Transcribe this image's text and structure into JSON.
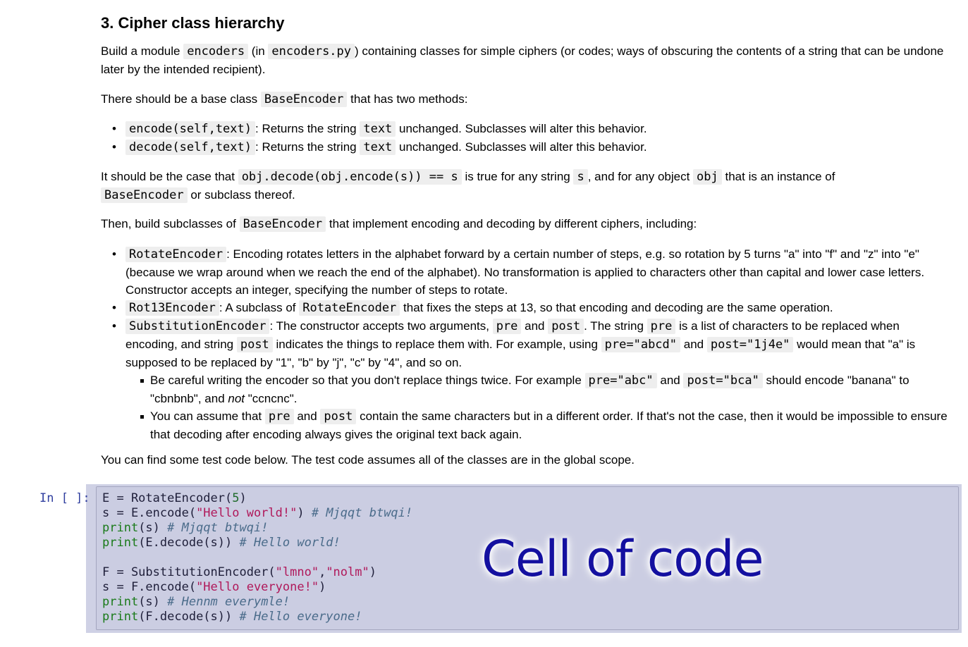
{
  "heading": "3. Cipher class hierarchy",
  "p1": {
    "t1": "Build a module ",
    "c1": "encoders",
    "t2": " (in ",
    "c2": "encoders.py",
    "t3": ") containing classes for simple ciphers (or codes; ways of obscuring the contents of a string that can be undone later by the intended recipient)."
  },
  "p2": {
    "t1": "There should be a base class ",
    "c1": "BaseEncoder",
    "t2": " that has two methods:"
  },
  "methods": [
    {
      "code": "encode(self,text)",
      "t1": ": Returns the string ",
      "c2": "text",
      "t2": " unchanged. Subclasses will alter this behavior."
    },
    {
      "code": "decode(self,text)",
      "t1": ": Returns the string ",
      "c2": "text",
      "t2": " unchanged. Subclasses will alter this behavior."
    }
  ],
  "p3": {
    "t1": "It should be the case that ",
    "c1": "obj.decode(obj.encode(s)) == s",
    "t2": " is true for any string ",
    "c2": "s",
    "t3": ", and for any object ",
    "c3": "obj",
    "t4": " that is an instance of ",
    "c4": "BaseEncoder",
    "t5": " or subclass thereof."
  },
  "p4": {
    "t1": "Then, build subclasses of ",
    "c1": "BaseEncoder",
    "t2": " that implement encoding and decoding by different ciphers, including:"
  },
  "sub": {
    "rotate": {
      "code": "RotateEncoder",
      "text": ": Encoding rotates letters in the alphabet forward by a certain number of steps, e.g. so rotation by 5 turns \"a\" into \"f\" and \"z\" into \"e\" (because we wrap around when we reach the end of the alphabet). No transformation is applied to characters other than capital and lower case letters. Constructor accepts an integer, specifying the number of steps to rotate."
    },
    "rot13": {
      "code": "Rot13Encoder",
      "t1": ": A subclass of ",
      "c2": "RotateEncoder",
      "t2": " that fixes the steps at 13, so that encoding and decoding are the same operation."
    },
    "subst": {
      "code": "SubstitutionEncoder",
      "t1": ": The constructor accepts two arguments, ",
      "c2": "pre",
      "t2": " and ",
      "c3": "post",
      "t3": ". The string ",
      "c4": "pre",
      "t4": " is a list of characters to be replaced when encoding, and string ",
      "c5": "post",
      "t5": " indicates the things to replace them with. For example, using ",
      "c6": "pre=\"abcd\"",
      "t6": " and ",
      "c7": "post=\"1j4e\"",
      "t7": " would mean that \"a\" is supposed to be replaced by \"1\", \"b\" by \"j\", \"c\" by \"4\", and so on.",
      "notes": [
        {
          "t1": "Be careful writing the encoder so that you don't replace things twice. For example ",
          "c1": "pre=\"abc\"",
          "t2": " and ",
          "c2": "post=\"bca\"",
          "t3": " should encode \"banana\" to \"cbnbnb\", and ",
          "em": "not",
          "t4": " \"ccncnc\"."
        },
        {
          "t1": "You can assume that ",
          "c1": "pre",
          "t2": " and ",
          "c2": "post",
          "t3": " contain the same characters but in a different order. If that's not the case, then it would be impossible to ensure that decoding after encoding always gives the original text back again."
        }
      ]
    }
  },
  "p5": "You can find some test code below. The test code assumes all of the classes are in the global scope.",
  "cell": {
    "prompt": "In [ ]:",
    "lines": [
      [
        {
          "t": "E = RotateEncoder(",
          "c": ""
        },
        {
          "t": "5",
          "c": "num"
        },
        {
          "t": ")",
          "c": ""
        }
      ],
      [
        {
          "t": "s = E.encode(",
          "c": ""
        },
        {
          "t": "\"Hello world!\"",
          "c": "str"
        },
        {
          "t": ") ",
          "c": ""
        },
        {
          "t": "# Mjqqt btwqi!",
          "c": "cm"
        }
      ],
      [
        {
          "t": "print",
          "c": "kw"
        },
        {
          "t": "(s) ",
          "c": ""
        },
        {
          "t": "# Mjqqt btwqi!",
          "c": "cm"
        }
      ],
      [
        {
          "t": "print",
          "c": "kw"
        },
        {
          "t": "(E.decode(s)) ",
          "c": ""
        },
        {
          "t": "# Hello world!",
          "c": "cm"
        }
      ],
      [
        {
          "t": "",
          "c": ""
        }
      ],
      [
        {
          "t": "F = SubstitutionEncoder(",
          "c": ""
        },
        {
          "t": "\"lmno\"",
          "c": "str"
        },
        {
          "t": ",",
          "c": ""
        },
        {
          "t": "\"nolm\"",
          "c": "str"
        },
        {
          "t": ")",
          "c": ""
        }
      ],
      [
        {
          "t": "s = F.encode(",
          "c": ""
        },
        {
          "t": "\"Hello everyone!\"",
          "c": "str"
        },
        {
          "t": ")",
          "c": ""
        }
      ],
      [
        {
          "t": "print",
          "c": "kw"
        },
        {
          "t": "(s) ",
          "c": ""
        },
        {
          "t": "# Hennm everymle!",
          "c": "cm"
        }
      ],
      [
        {
          "t": "print",
          "c": "kw"
        },
        {
          "t": "(F.decode(s)) ",
          "c": ""
        },
        {
          "t": "# Hello everyone!",
          "c": "cm"
        }
      ]
    ]
  },
  "annotation": "Cell of code",
  "colors": {
    "prompt": "#303f9f",
    "cell_bg": "#cfd1e5",
    "annotation": "#1410a0"
  }
}
